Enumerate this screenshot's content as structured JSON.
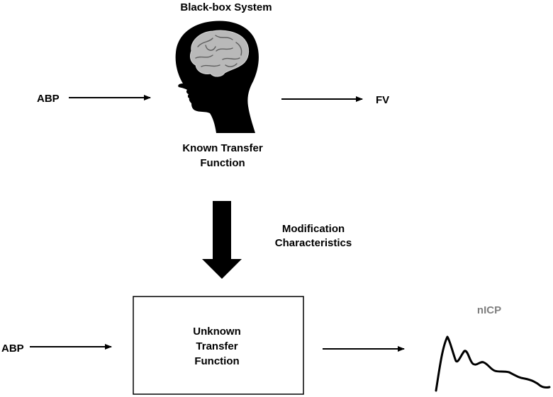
{
  "top_system": {
    "title": "Black-box System",
    "input_label": "ABP",
    "output_label": "FV",
    "transfer_line1": "Known Transfer",
    "transfer_line2": "Function",
    "icon": "head-brain-silhouette-icon"
  },
  "transition": {
    "label_line1": "Modification",
    "label_line2": "Characteristics",
    "icon": "thick-down-arrow-icon"
  },
  "bottom_system": {
    "input_label": "ABP",
    "box_line1": "Unknown",
    "box_line2": "Transfer",
    "box_line3": "Function",
    "output_label": "nICP",
    "output_icon": "waveform-icon"
  },
  "colors": {
    "ink": "#000000",
    "muted_label": "#7f7f7f",
    "brain": "#b9b9b9",
    "background": "#ffffff"
  }
}
